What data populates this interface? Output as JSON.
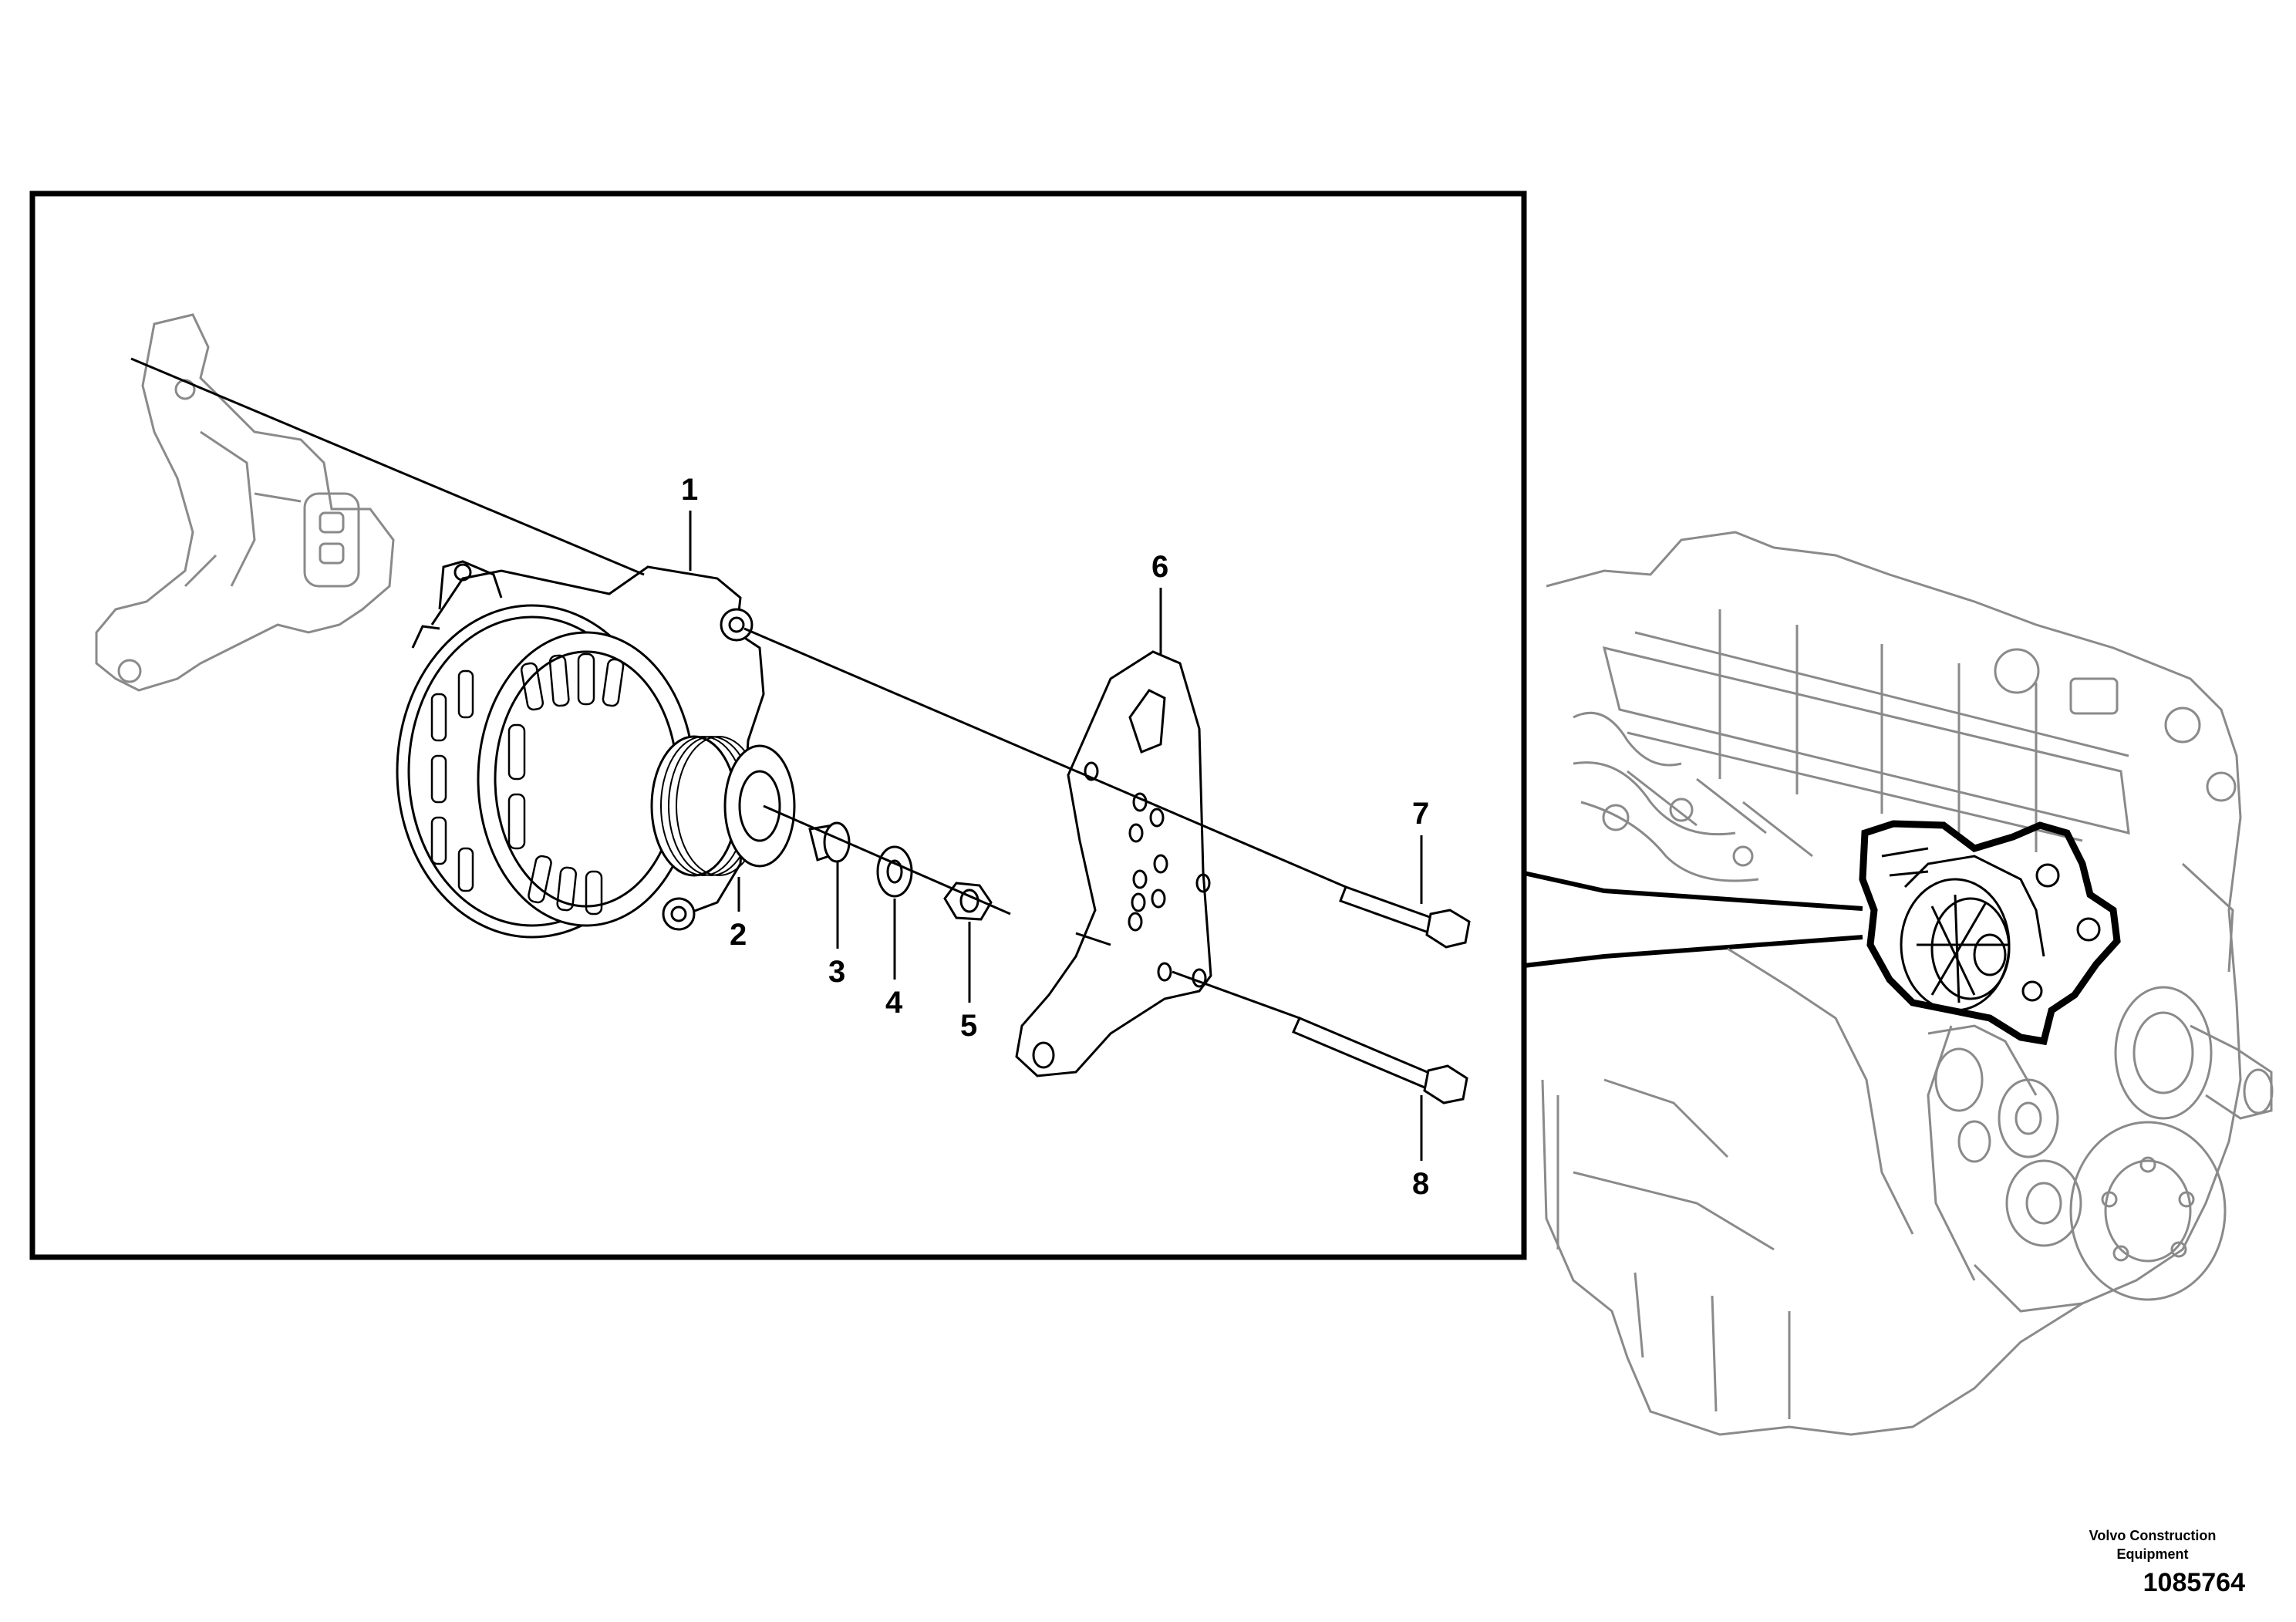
{
  "callouts": [
    {
      "id": "1",
      "part": "alternator"
    },
    {
      "id": "2",
      "part": "pulley"
    },
    {
      "id": "3",
      "part": "spacer"
    },
    {
      "id": "4",
      "part": "washer"
    },
    {
      "id": "5",
      "part": "nut"
    },
    {
      "id": "6",
      "part": "bracket"
    },
    {
      "id": "7",
      "part": "upper-bolt"
    },
    {
      "id": "8",
      "part": "lower-bolt"
    }
  ],
  "brand": {
    "line1": "Volvo Construction",
    "line2": "Equipment"
  },
  "doc_number": "1085764",
  "colors": {
    "line": "#000000",
    "ghost": "#888888",
    "background": "#ffffff"
  }
}
